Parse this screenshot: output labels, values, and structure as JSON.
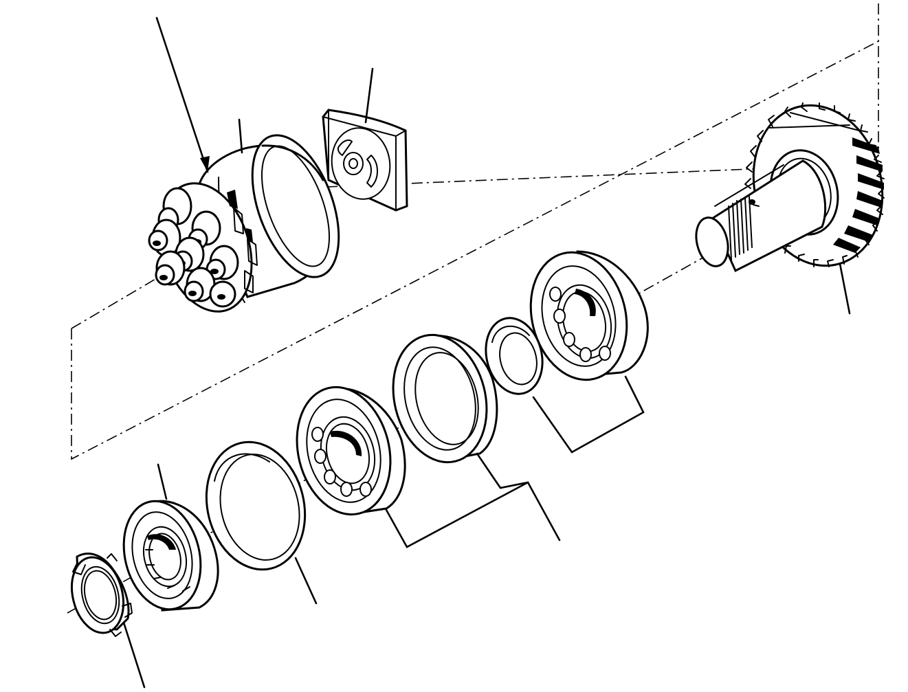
{
  "figure": {
    "parts": [
      {
        "id": "piston-assembly",
        "icon": "piston-cylinder-block"
      },
      {
        "id": "cylinder-barrel",
        "icon": "cylinder-barrel"
      },
      {
        "id": "valve-plate",
        "icon": "valve-plate"
      },
      {
        "id": "drive-shaft-gear",
        "icon": "gear-shaft"
      },
      {
        "id": "bearing-large-right",
        "icon": "ball-bearing"
      },
      {
        "id": "spacer-small",
        "icon": "spacer-ring"
      },
      {
        "id": "ring-large",
        "icon": "ring"
      },
      {
        "id": "bearing-middle",
        "icon": "ball-bearing"
      },
      {
        "id": "ring-thin",
        "icon": "ring"
      },
      {
        "id": "bearing-left",
        "icon": "roller-bearing"
      },
      {
        "id": "lock-nut",
        "icon": "slotted-nut"
      }
    ]
  }
}
